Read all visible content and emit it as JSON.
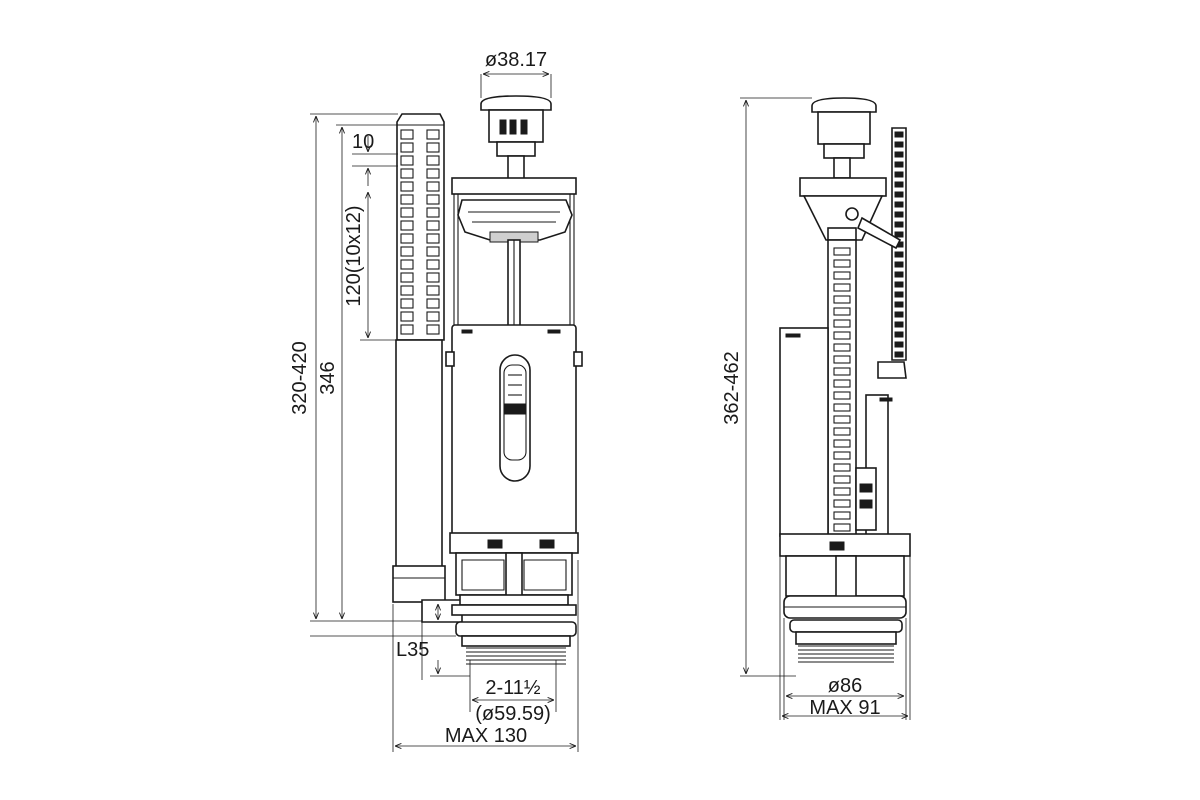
{
  "diagram": {
    "line_color": "#1a1a1a",
    "background": "#ffffff",
    "front_view": {
      "dimensions": {
        "button_diameter": "ø38.17",
        "overflow_step": "10",
        "overflow_adjust": "120(10x12)",
        "height_range": "320-420",
        "height_fixed": "346",
        "lever_offset": "L35",
        "thread_size": "2-11½",
        "thread_diameter": "(ø59.59)",
        "max_width": "MAX 130"
      }
    },
    "side_view": {
      "dimensions": {
        "height_range": "362-462",
        "base_diameter": "ø86",
        "max_width": "MAX 91"
      }
    }
  }
}
